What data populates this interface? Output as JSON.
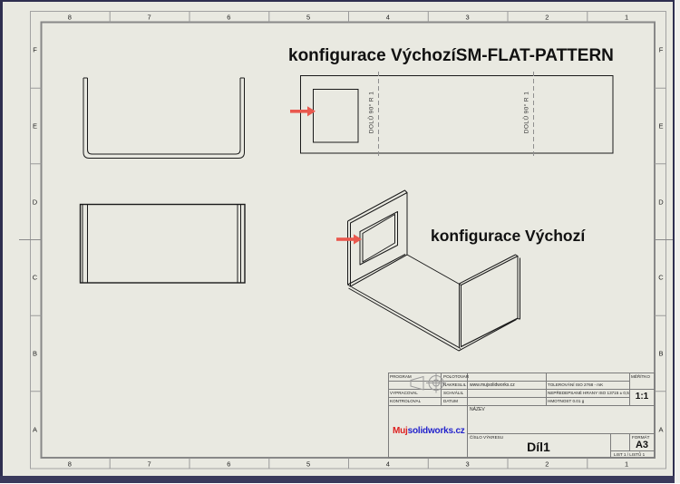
{
  "annotations": {
    "flat_pattern_title": "konfigurace VýchozíSM-FLAT-PATTERN",
    "default_config_title": "konfigurace Výchozí",
    "bend_note": "DOLŮ  90°  R 1"
  },
  "zones": {
    "top": [
      "8",
      "7",
      "6",
      "5",
      "4",
      "3",
      "2",
      "1"
    ],
    "bottom": [
      "8",
      "7",
      "6",
      "5",
      "4",
      "3",
      "2",
      "1"
    ],
    "left": [
      "F",
      "E",
      "D",
      "C",
      "B",
      "A"
    ],
    "right": [
      "F",
      "E",
      "D",
      "C",
      "B",
      "A"
    ]
  },
  "title_block": {
    "program_label": "PROGRAM",
    "polotovar_label": "POLOTOVAR",
    "nakreslil_label": "NAKRESLIL",
    "nakreslil_value": "www.mujsolidworks.cz",
    "vypracoval_label": "VYPRACOVAL",
    "schvalil_label": "SCHVÁLIL",
    "kontroloval_label": "KONTROLOVAL",
    "datum_label": "DATUM",
    "tolerovani_note": "TOLEROVÁNÍ ISO 2768 - mK",
    "hrany_note": "NEPŘEDEPSANÉ HRANY ISO 13715 ± 0,5",
    "hmotnost_note": "HMOTNOST 0.01 g",
    "meritko_label": "MĚŘÍTKO",
    "meritko_value": "1:1",
    "nazev_label": "NÁZEV",
    "cislo_vykresu_label": "ČÍSLO VÝKRESU",
    "cislo_vykresu_value": "Díl1",
    "format_label": "FORMÁT",
    "format_value": "A3",
    "list_label": "LIST 1 / LISTŮ 1",
    "logo_prefix": "Muj",
    "logo_suffix": "solidworks.cz"
  },
  "colors": {
    "paper": "#e9e9e1",
    "drawing_line": "#1a1a1a",
    "frame_line": "#9a9a9a",
    "bend_line": "#8f8f8f",
    "arrow_red": "#e9584e",
    "logo_red": "#dd1f1f",
    "logo_blue": "#2222cc",
    "chrome_dark": "#3a3a5c"
  }
}
